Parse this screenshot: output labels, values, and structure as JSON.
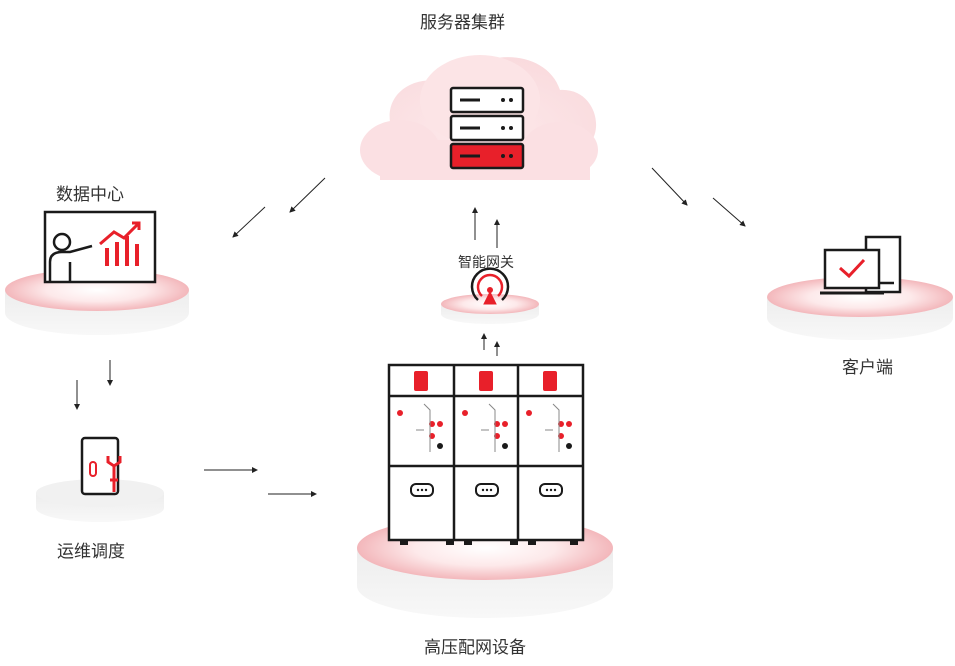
{
  "nodes": {
    "server_cluster": {
      "label": "服务器集群"
    },
    "data_center": {
      "label": "数据中心"
    },
    "gateway": {
      "label": "智能网关"
    },
    "client": {
      "label": "客户端"
    },
    "ops": {
      "label": "运维调度"
    },
    "hv_equipment": {
      "label": "高压配网设备"
    }
  },
  "colors": {
    "accent": "#e8202a",
    "pedestal_glow": "#f7c3c6",
    "cloud": "#fbe3e5"
  },
  "icons": {
    "server_cluster": "server-rack-icon",
    "data_center": "presentation-chart-icon",
    "gateway": "antenna-signal-icon",
    "client": "desktop-check-icon",
    "ops": "cabinet-wrench-icon",
    "hv_equipment": "switchgear-cabinet-icon"
  }
}
